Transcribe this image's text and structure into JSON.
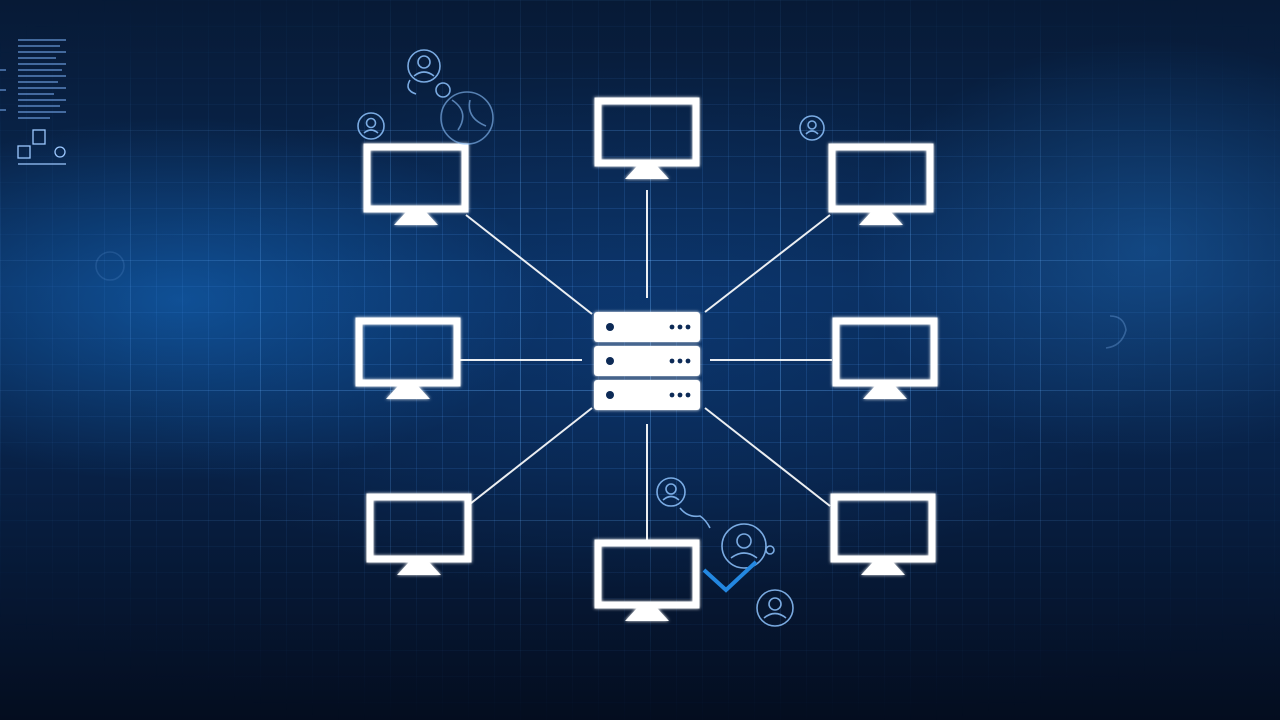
{
  "diagram": {
    "topology": "star",
    "hub": {
      "icon": "server-rack-icon",
      "units": 3
    },
    "nodes": [
      {
        "id": "top-left",
        "icon": "monitor-icon"
      },
      {
        "id": "top",
        "icon": "monitor-icon"
      },
      {
        "id": "top-right",
        "icon": "monitor-icon"
      },
      {
        "id": "left",
        "icon": "monitor-icon"
      },
      {
        "id": "right",
        "icon": "monitor-icon"
      },
      {
        "id": "bottom-left",
        "icon": "monitor-icon"
      },
      {
        "id": "bottom",
        "icon": "monitor-icon"
      },
      {
        "id": "bottom-right",
        "icon": "monitor-icon"
      }
    ],
    "decorations": [
      "user-avatar-icon",
      "checkmark-icon",
      "globe-icon",
      "hud-panel"
    ]
  },
  "colors": {
    "background": "#06142b",
    "grid": "#3f8fe0",
    "line": "#ffffff",
    "accent": "#2a9cff"
  }
}
